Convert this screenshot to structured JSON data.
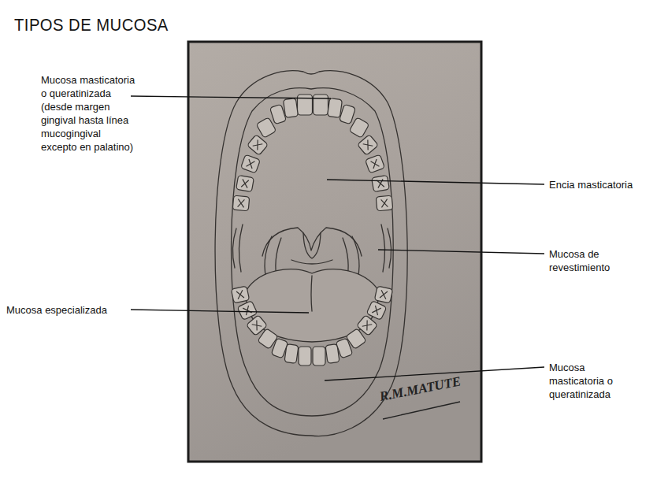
{
  "diagram": {
    "title": "TIPOS DE MUCOSA",
    "labels": [
      "Mucosa masticatoria o queratinizada (desde margen gingival hasta línea mucogingival excepto en palatino)",
      "Encia masticatoria",
      "Mucosa de revestimiento",
      "Mucosa especializada",
      "Mucosa masticatoria o queratinizada",
      "R.M.MATUTE"
    ]
  }
}
